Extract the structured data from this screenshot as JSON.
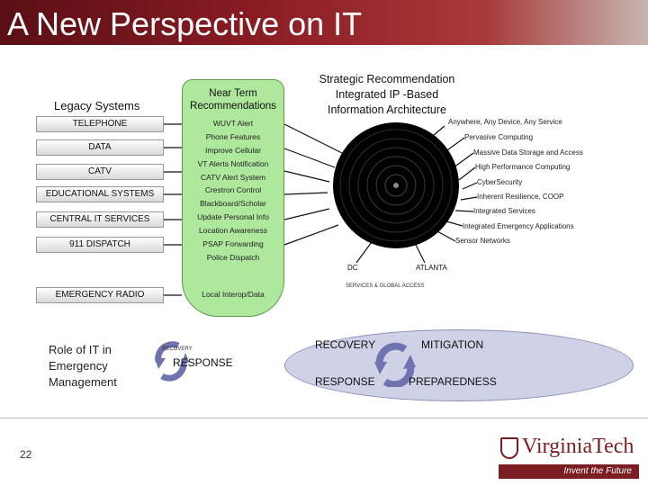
{
  "title": "A New Perspective on IT",
  "legacy": {
    "heading": "Legacy Systems",
    "items": [
      "TELEPHONE",
      "DATA",
      "CATV",
      "EDUCATIONAL SYSTEMS",
      "CENTRAL IT SERVICES",
      "911 DISPATCH",
      "EMERGENCY RADIO"
    ]
  },
  "near_term": {
    "heading_line1": "Near Term",
    "heading_line2": "Recommendations",
    "items": [
      "WUVT Alert",
      "Phone Features",
      "Improve Cellular",
      "VT Alerts Notification",
      "CATV Alert System",
      "Crestron Control",
      "Blackboard/Scholar",
      "Update Personal Info",
      "Location Awareness",
      "PSAP Forwarding",
      "Police Dispatch",
      "Local Interop/Data"
    ]
  },
  "strategic": {
    "heading_line1": "Strategic Recommendation",
    "heading_line2": "Integrated IP  -Based",
    "heading_line3": "Information Architecture",
    "items": [
      "Anywhere, Any Device, Any Service",
      "Pervasive Computing",
      "Massive Data Storage and Access",
      "High Performance Computing",
      "CyberSecurity",
      "Inherent Resilience, COOP",
      "Integrated Services",
      "Integrated Emergency Applications",
      "Sensor Networks"
    ],
    "site_dc": "DC",
    "site_atlanta": "ATLANTA",
    "services": "SERVICES & GLOBAL ACCESS"
  },
  "role": {
    "line1": "Role of IT in",
    "line2": "Emergency",
    "line3": "Management"
  },
  "small_cycle": {
    "top": "RECOVERY",
    "main": "RESPONSE"
  },
  "cycle": {
    "recovery": "RECOVERY",
    "mitigation": "MITIGATION",
    "response": "RESPONSE",
    "preparedness": "PREPAREDNESS"
  },
  "page_number": "22",
  "logo": {
    "name": "VirginiaTech",
    "tagline": "Invent the Future"
  },
  "colors": {
    "title_bar": "#7a1e24",
    "near_term_fill": "#aee89c",
    "oval_fill": "#cfd1e6",
    "cycle_arrow": "#6f74b0"
  }
}
